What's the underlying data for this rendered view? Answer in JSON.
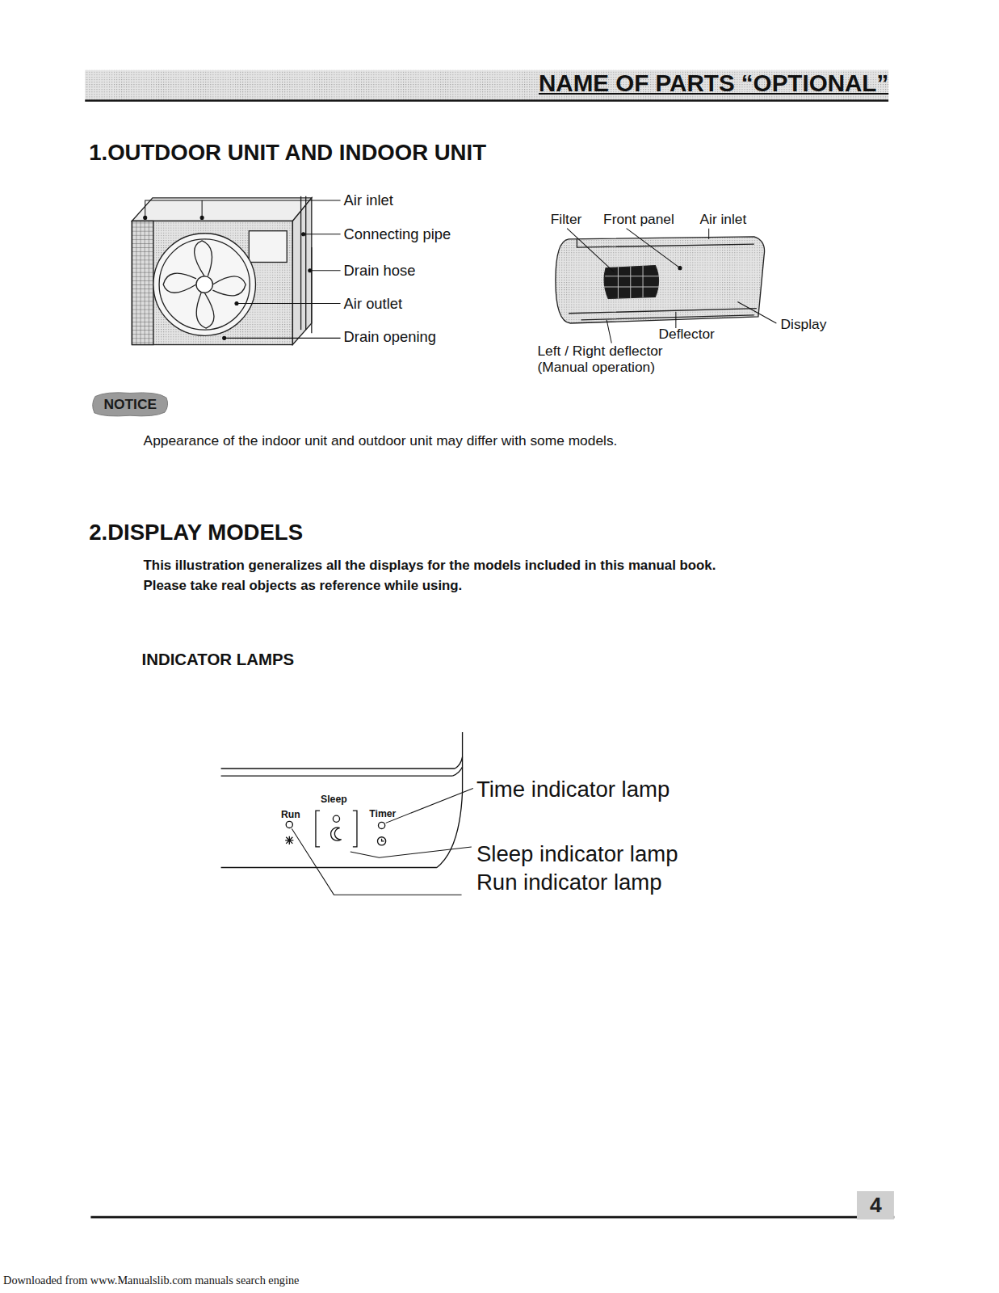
{
  "diagram": {
    "title": "NAME OF PARTS “OPTIONAL”",
    "nodes": [
      {
        "text": [
          "NOTICE"
        ]
      },
      {
        "text": [
          "4"
        ]
      }
    ],
    "labels": [
      "1.OUTDOOR UNIT AND INDOOR UNIT",
      "Air inlet",
      "Connecting pipe",
      "Drain hose",
      "Air outlet",
      "Drain opening",
      "Filter",
      "Front panel",
      "Air inlet",
      "Display",
      "Deflector",
      "Left / Right deflector (Manual operation)",
      "Appearance of the indoor unit and outdoor unit may differ with some models.",
      "2.DISPLAY MODELS",
      "This illustration generalizes all the displays for the models included in this manual book.",
      "Please take real objects as reference while using.",
      "INDICATOR LAMPS",
      "Sleep",
      "Run",
      "Timer",
      "Time indicator lamp",
      "Sleep indicator lamp",
      "Run indicator lamp",
      "Downloaded from www.Manualslib.com manuals search engine"
    ]
  }
}
